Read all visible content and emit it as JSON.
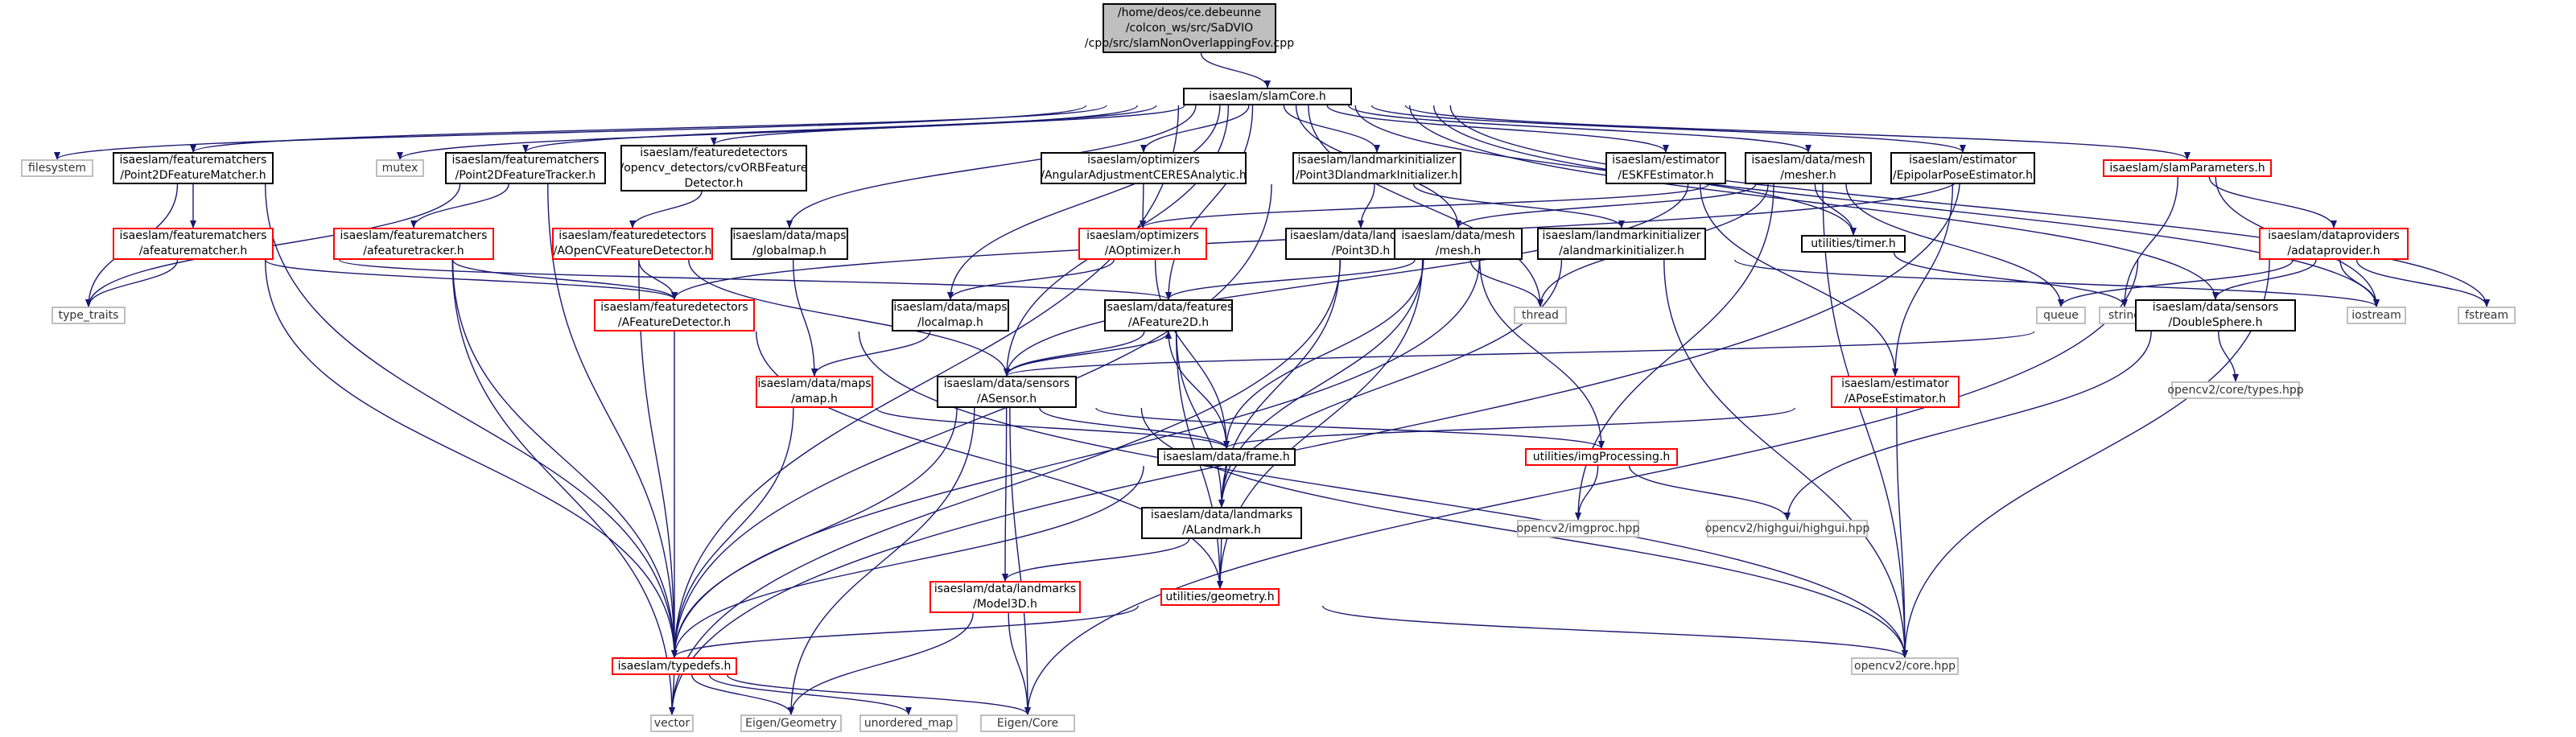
{
  "colors": {
    "edge": "#191970",
    "normal_border": "#000000",
    "missing_border": "#ff0000",
    "system_border": "#bfbfbf",
    "root_fill": "#bfbfbf"
  },
  "nodes": [
    {
      "id": "root",
      "label": "/home/deos/ce.debeunne\n/colcon_ws/src/SaDVIO\n/cpp/src/slamNonOverlappingFov.cpp",
      "kind": "root"
    },
    {
      "id": "slamcore",
      "label": "isaeslam/slamCore.h",
      "kind": "normal"
    },
    {
      "id": "filesystem",
      "label": "filesystem",
      "kind": "system"
    },
    {
      "id": "p2dmatcher",
      "label": "isaeslam/featurematchers\n/Point2DFeatureMatcher.h",
      "kind": "normal"
    },
    {
      "id": "mutex",
      "label": "mutex",
      "kind": "system"
    },
    {
      "id": "p2dtracker",
      "label": "isaeslam/featurematchers\n/Point2DFeatureTracker.h",
      "kind": "normal"
    },
    {
      "id": "cvorb",
      "label": "isaeslam/featuredetectors\n/opencv_detectors/cvORBFeature\nDetector.h",
      "kind": "normal"
    },
    {
      "id": "globalmap",
      "label": "isaeslam/data/maps\n/globalmap.h",
      "kind": "normal"
    },
    {
      "id": "angadj",
      "label": "isaeslam/optimizers\n/AngularAdjustmentCERESAnalytic.h",
      "kind": "normal"
    },
    {
      "id": "p3dinit",
      "label": "isaeslam/landmarkinitializer\n/Point3DlandmarkInitializer.h",
      "kind": "normal"
    },
    {
      "id": "eskf",
      "label": "isaeslam/estimator\n/ESKFEstimator.h",
      "kind": "normal"
    },
    {
      "id": "mesher",
      "label": "isaeslam/data/mesh\n/mesher.h",
      "kind": "normal"
    },
    {
      "id": "epipolar",
      "label": "isaeslam/estimator\n/EpipolarPoseEstimator.h",
      "kind": "normal"
    },
    {
      "id": "slamparams",
      "label": "isaeslam/slamParameters.h",
      "kind": "missing"
    },
    {
      "id": "afmatcher",
      "label": "isaeslam/featurematchers\n/afeaturematcher.h",
      "kind": "missing"
    },
    {
      "id": "aftracker",
      "label": "isaeslam/featurematchers\n/afeaturetracker.h",
      "kind": "missing"
    },
    {
      "id": "aopencv",
      "label": "isaeslam/featuredetectors\n/AOpenCVFeatureDetector.h",
      "kind": "missing"
    },
    {
      "id": "aoptimizer",
      "label": "isaeslam/optimizers\n/AOptimizer.h",
      "kind": "missing"
    },
    {
      "id": "point3d",
      "label": "isaeslam/data/landmarks\n/Point3D.h",
      "kind": "normal"
    },
    {
      "id": "mesh",
      "label": "isaeslam/data/mesh\n/mesh.h",
      "kind": "normal"
    },
    {
      "id": "alminit",
      "label": "isaeslam/landmarkinitializer\n/alandmarkinitializer.h",
      "kind": "normal"
    },
    {
      "id": "timer",
      "label": "utilities/timer.h",
      "kind": "normal"
    },
    {
      "id": "dataprovider",
      "label": "isaeslam/dataproviders\n/adataprovider.h",
      "kind": "missing"
    },
    {
      "id": "typetraits",
      "label": "type_traits",
      "kind": "system"
    },
    {
      "id": "afdetector",
      "label": "isaeslam/featuredetectors\n/AFeatureDetector.h",
      "kind": "missing"
    },
    {
      "id": "localmap",
      "label": "isaeslam/data/maps\n/localmap.h",
      "kind": "normal"
    },
    {
      "id": "afeature2d",
      "label": "isaeslam/data/features\n/AFeature2D.h",
      "kind": "normal"
    },
    {
      "id": "thread",
      "label": "thread",
      "kind": "system"
    },
    {
      "id": "queue",
      "label": "queue",
      "kind": "system"
    },
    {
      "id": "string",
      "label": "string",
      "kind": "system"
    },
    {
      "id": "iostream",
      "label": "iostream",
      "kind": "system"
    },
    {
      "id": "fstream",
      "label": "fstream",
      "kind": "system"
    },
    {
      "id": "amap",
      "label": "isaeslam/data/maps\n/amap.h",
      "kind": "missing"
    },
    {
      "id": "asensor",
      "label": "isaeslam/data/sensors\n/ASensor.h",
      "kind": "normal"
    },
    {
      "id": "doublesphere",
      "label": "isaeslam/data/sensors\n/DoubleSphere.h",
      "kind": "normal"
    },
    {
      "id": "aposeest",
      "label": "isaeslam/estimator\n/APoseEstimator.h",
      "kind": "missing"
    },
    {
      "id": "cvtypes",
      "label": "opencv2/core/types.hpp",
      "kind": "system"
    },
    {
      "id": "frame",
      "label": "isaeslam/data/frame.h",
      "kind": "normal"
    },
    {
      "id": "imgproc_u",
      "label": "utilities/imgProcessing.h",
      "kind": "missing"
    },
    {
      "id": "alandmark",
      "label": "isaeslam/data/landmarks\n/ALandmark.h",
      "kind": "normal"
    },
    {
      "id": "cvimgproc",
      "label": "opencv2/imgproc.hpp",
      "kind": "system"
    },
    {
      "id": "highgui",
      "label": "opencv2/highgui/highgui.hpp",
      "kind": "system"
    },
    {
      "id": "model3d",
      "label": "isaeslam/data/landmarks\n/Model3D.h",
      "kind": "missing"
    },
    {
      "id": "geometry",
      "label": "utilities/geometry.h",
      "kind": "missing"
    },
    {
      "id": "typedefs",
      "label": "isaeslam/typedefs.h",
      "kind": "missing"
    },
    {
      "id": "cvcore",
      "label": "opencv2/core.hpp",
      "kind": "system"
    },
    {
      "id": "vector",
      "label": "vector",
      "kind": "system"
    },
    {
      "id": "eigengeom",
      "label": "Eigen/Geometry",
      "kind": "system"
    },
    {
      "id": "umap",
      "label": "unordered_map",
      "kind": "system"
    },
    {
      "id": "eigencore",
      "label": "Eigen/Core",
      "kind": "system"
    }
  ],
  "edges": [
    [
      "root",
      "slamcore"
    ],
    [
      "slamcore",
      "filesystem"
    ],
    [
      "slamcore",
      "p2dmatcher"
    ],
    [
      "slamcore",
      "mutex"
    ],
    [
      "slamcore",
      "p2dtracker"
    ],
    [
      "slamcore",
      "cvorb"
    ],
    [
      "slamcore",
      "globalmap"
    ],
    [
      "slamcore",
      "angadj"
    ],
    [
      "slamcore",
      "p3dinit"
    ],
    [
      "slamcore",
      "eskf"
    ],
    [
      "slamcore",
      "mesher"
    ],
    [
      "slamcore",
      "epipolar"
    ],
    [
      "slamcore",
      "slamparams"
    ],
    [
      "slamcore",
      "typedefs"
    ],
    [
      "slamcore",
      "asensor"
    ],
    [
      "slamcore",
      "localmap"
    ],
    [
      "slamcore",
      "afeature2d"
    ],
    [
      "slamcore",
      "mesh"
    ],
    [
      "slamcore",
      "thread"
    ],
    [
      "slamcore",
      "timer"
    ],
    [
      "slamcore",
      "iostream"
    ],
    [
      "slamcore",
      "fstream"
    ],
    [
      "slamcore",
      "doublesphere"
    ],
    [
      "p2dmatcher",
      "afmatcher"
    ],
    [
      "p2dmatcher",
      "typetraits"
    ],
    [
      "p2dmatcher",
      "typedefs"
    ],
    [
      "afmatcher",
      "typetraits"
    ],
    [
      "afmatcher",
      "afdetector"
    ],
    [
      "afmatcher",
      "typedefs"
    ],
    [
      "afmatcher",
      "afeature2d"
    ],
    [
      "p2dtracker",
      "aftracker"
    ],
    [
      "p2dtracker",
      "typetraits"
    ],
    [
      "p2dtracker",
      "typedefs"
    ],
    [
      "aftracker",
      "afdetector"
    ],
    [
      "aftracker",
      "typedefs"
    ],
    [
      "aftracker",
      "vector"
    ],
    [
      "cvorb",
      "aopencv"
    ],
    [
      "aopencv",
      "afdetector"
    ],
    [
      "aopencv",
      "typedefs"
    ],
    [
      "aopencv",
      "asensor"
    ],
    [
      "afdetector",
      "typedefs"
    ],
    [
      "afdetector",
      "geometry"
    ],
    [
      "afdetector",
      "cvcore"
    ],
    [
      "globalmap",
      "amap"
    ],
    [
      "angadj",
      "aoptimizer"
    ],
    [
      "aoptimizer",
      "localmap"
    ],
    [
      "aoptimizer",
      "frame"
    ],
    [
      "localmap",
      "amap"
    ],
    [
      "amap",
      "frame"
    ],
    [
      "amap",
      "typedefs"
    ],
    [
      "p3dinit",
      "point3d"
    ],
    [
      "p3dinit",
      "alminit"
    ],
    [
      "p3dinit",
      "typedefs"
    ],
    [
      "point3d",
      "alandmark"
    ],
    [
      "alminit",
      "alandmark"
    ],
    [
      "alminit",
      "iostream"
    ],
    [
      "alminit",
      "cvcore"
    ],
    [
      "alminit",
      "typedefs"
    ],
    [
      "eskf",
      "aposeest"
    ],
    [
      "epipolar",
      "aposeest"
    ],
    [
      "aposeest",
      "frame"
    ],
    [
      "aposeest",
      "cvcore"
    ],
    [
      "mesher",
      "mesh"
    ],
    [
      "mesher",
      "timer"
    ],
    [
      "mesher",
      "thread"
    ],
    [
      "mesher",
      "queue"
    ],
    [
      "mesher",
      "cvcore"
    ],
    [
      "mesher",
      "cvimgproc"
    ],
    [
      "mesher",
      "asensor"
    ],
    [
      "mesher",
      "aoptimizer"
    ],
    [
      "mesh",
      "afeature2d"
    ],
    [
      "mesh",
      "frame"
    ],
    [
      "mesh",
      "alandmark"
    ],
    [
      "mesh",
      "imgproc_u"
    ],
    [
      "mesh",
      "geometry"
    ],
    [
      "mesh",
      "vector"
    ],
    [
      "mesh",
      "thread"
    ],
    [
      "slamparams",
      "dataprovider"
    ],
    [
      "slamparams",
      "afdetector"
    ],
    [
      "slamparams",
      "string"
    ],
    [
      "slamparams",
      "iostream"
    ],
    [
      "slamparams",
      "vector"
    ],
    [
      "dataprovider",
      "doublesphere"
    ],
    [
      "dataprovider",
      "queue"
    ],
    [
      "dataprovider",
      "iostream"
    ],
    [
      "dataprovider",
      "fstream"
    ],
    [
      "dataprovider",
      "cvcore"
    ],
    [
      "dataprovider",
      "eigencore"
    ],
    [
      "doublesphere",
      "asensor"
    ],
    [
      "doublesphere",
      "cvtypes"
    ],
    [
      "doublesphere",
      "highgui"
    ],
    [
      "timer",
      "string"
    ],
    [
      "afeature2d",
      "asensor"
    ],
    [
      "afeature2d",
      "alandmark"
    ],
    [
      "afeature2d",
      "geometry"
    ],
    [
      "asensor",
      "afeature2d"
    ],
    [
      "asensor",
      "frame"
    ],
    [
      "asensor",
      "imgproc_u"
    ],
    [
      "asensor",
      "model3d"
    ],
    [
      "asensor",
      "typedefs"
    ],
    [
      "asensor",
      "eigengeom"
    ],
    [
      "asensor",
      "eigencore"
    ],
    [
      "asensor",
      "cvcore"
    ],
    [
      "frame",
      "afeature2d"
    ],
    [
      "frame",
      "alandmark"
    ],
    [
      "frame",
      "typedefs"
    ],
    [
      "alandmark",
      "model3d"
    ],
    [
      "alandmark",
      "geometry"
    ],
    [
      "imgproc_u",
      "cvimgproc"
    ],
    [
      "imgproc_u",
      "highgui"
    ],
    [
      "model3d",
      "eigengeom"
    ],
    [
      "model3d",
      "eigencore"
    ],
    [
      "geometry",
      "typedefs"
    ],
    [
      "geometry",
      "cvcore"
    ],
    [
      "typedefs",
      "vector"
    ],
    [
      "typedefs",
      "eigengeom"
    ],
    [
      "typedefs",
      "umap"
    ],
    [
      "typedefs",
      "eigencore"
    ]
  ]
}
